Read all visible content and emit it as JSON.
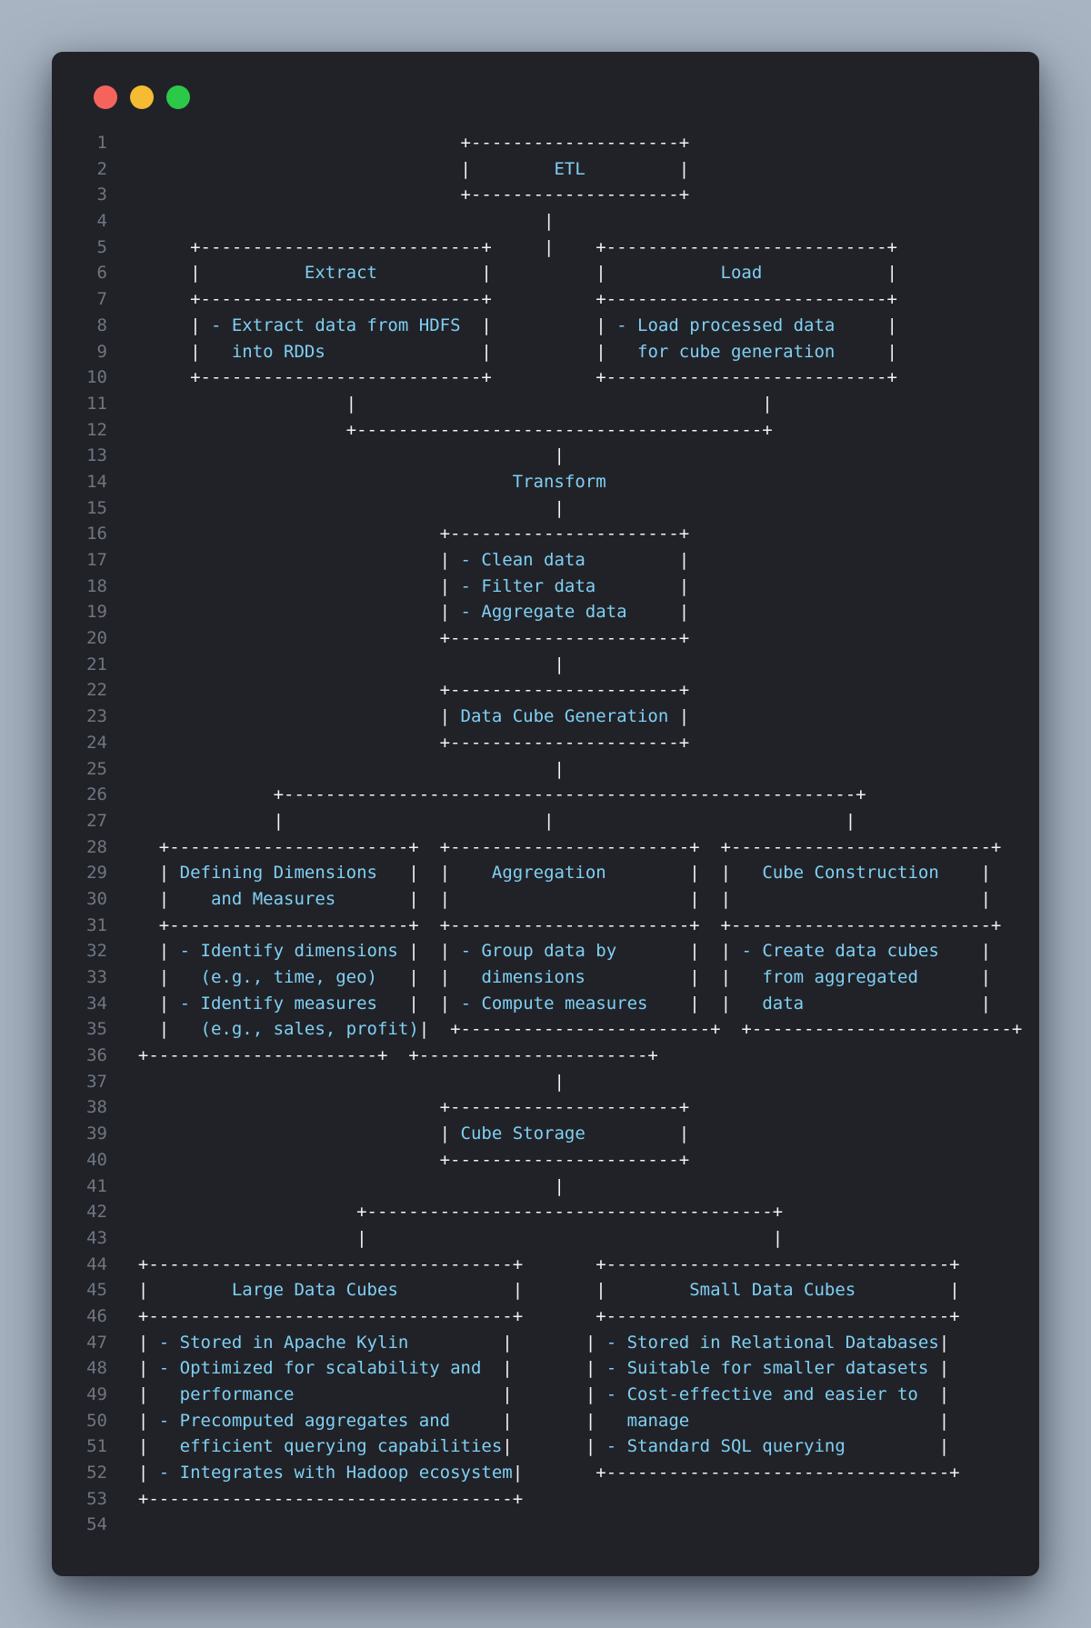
{
  "colors": {
    "page_bg": "#a8b4c2",
    "window_bg": "#212227",
    "border_text": "#f0f2f5",
    "content_text": "#7fd0f5",
    "gutter_text": "#6e7683"
  },
  "window": {
    "controls": [
      {
        "name": "close",
        "color": "#f4645d"
      },
      {
        "name": "minimize",
        "color": "#f5bb32"
      },
      {
        "name": "zoom",
        "color": "#2bc948"
      }
    ]
  },
  "editor": {
    "first_line": 1,
    "total_lines": 54,
    "lines": [
      "                                 +--------------------+",
      "                                 |        ETL         |",
      "                                 +--------------------+",
      "                                         |",
      "       +---------------------------+     |    +---------------------------+",
      "       |          Extract          |          |           Load            |",
      "       +---------------------------+          +---------------------------+",
      "       | - Extract data from HDFS  |          | - Load processed data     |",
      "       |   into RDDs               |          |   for cube generation     |",
      "       +---------------------------+          +---------------------------+",
      "                      |                                       |",
      "                      +---------------------------------------+",
      "                                          |",
      "                                      Transform",
      "                                          |",
      "                               +----------------------+",
      "                               | - Clean data         |",
      "                               | - Filter data        |",
      "                               | - Aggregate data     |",
      "                               +----------------------+",
      "                                          |",
      "                               +----------------------+",
      "                               | Data Cube Generation |",
      "                               +----------------------+",
      "                                          |",
      "               +-------------------------------------------------------+",
      "               |                         |                            |",
      "    +-----------------------+  +-----------------------+  +-------------------------+",
      "    | Defining Dimensions   |  |    Aggregation        |  |   Cube Construction    |",
      "    |    and Measures       |  |                       |  |                        |",
      "    +-----------------------+  +-----------------------+  +-------------------------+",
      "    | - Identify dimensions |  | - Group data by       |  | - Create data cubes    |",
      "    |   (e.g., time, geo)   |  |   dimensions          |  |   from aggregated      |",
      "    | - Identify measures   |  | - Compute measures    |  |   data                 |",
      "    |   (e.g., sales, profit)|  +------------------------+  +-------------------------+",
      "  +----------------------+  +----------------------+",
      "                                          |",
      "                               +----------------------+",
      "                               | Cube Storage         |",
      "                               +----------------------+",
      "                                          |",
      "                       +---------------------------------------+",
      "                       |                                       |",
      "  +-----------------------------------+       +---------------------------------+",
      "  |        Large Data Cubes           |       |        Small Data Cubes         |",
      "  +-----------------------------------+       +---------------------------------+",
      "  | - Stored in Apache Kylin         |       | - Stored in Relational Databases|",
      "  | - Optimized for scalability and  |       | - Suitable for smaller datasets |",
      "  |   performance                    |       | - Cost-effective and easier to  |",
      "  | - Precomputed aggregates and     |       |   manage                        |",
      "  |   efficient querying capabilities|       | - Standard SQL querying         |",
      "  | - Integrates with Hadoop ecosystem|       +---------------------------------+",
      "  +-----------------------------------+",
      ""
    ]
  }
}
